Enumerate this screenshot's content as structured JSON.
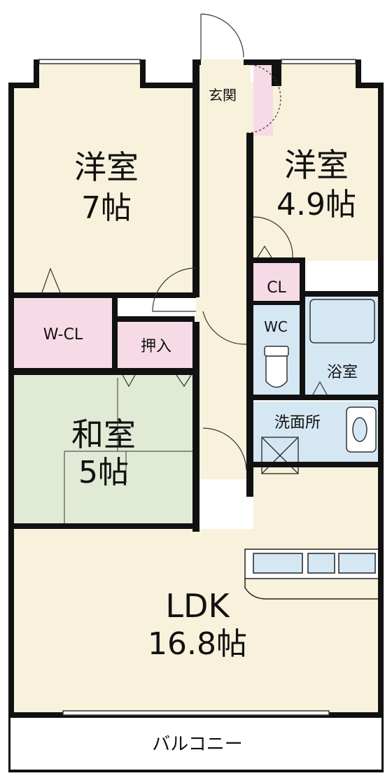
{
  "rooms": {
    "western_room_1": {
      "name": "洋室",
      "size": "7帖"
    },
    "western_room_2": {
      "name": "洋室",
      "size": "4.9帖"
    },
    "japanese_room": {
      "name": "和室",
      "size": "5帖"
    },
    "ldk": {
      "name": "LDK",
      "size": "16.8帖"
    },
    "walk_in_closet": "W-CL",
    "closet_oshiire": "押入",
    "closet": "CL",
    "toilet": "WC",
    "bathroom": "浴室",
    "washroom": "洗面所",
    "entrance": "玄関",
    "balcony": "バルコニー"
  },
  "colors": {
    "floor_beige": "#f8f1dc",
    "tatami_green": "#e1ead4",
    "closet_pink": "#f6dbe6",
    "wet_area_blue": "#d6e7f4",
    "wall": "#111111"
  }
}
